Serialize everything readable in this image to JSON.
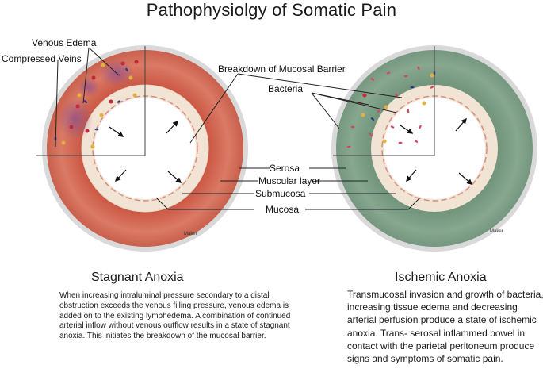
{
  "title": "Pathophysiolgy of Somatic Pain",
  "labels": {
    "venous_edema": "Venous Edema",
    "compressed_veins": "Compressed Veins",
    "breakdown": "Breakdown of Mucosal Barrier",
    "bacteria": "Bacteria",
    "serosa": "Serosa",
    "muscular_layer": "Muscular layer",
    "submucosa": "Submucosa",
    "mucosa": "Mucosa",
    "maker": "Maker"
  },
  "left": {
    "heading": "Stagnant Anoxia",
    "text": "When increasing intraluminal pressure secondary to a distal obstruction exceeds the venous filling pressure, venous edema is added on to the existing lymphedema. A combination of continued arterial inflow without venous outflow results in a state of stagnant anoxia. This initiates the breakdown of the mucosal barrier.",
    "color": "#d4705c"
  },
  "right": {
    "heading": "Ischemic Anoxia",
    "text": "Transmucosal invasion and growth of bacteria,  increasing tissue edema and decreasing arterial perfusion produce a  state of ischemic  anoxia. Trans- serosal inflammed bowel in contact with the parietal peritoneum produce signs and symptoms of somatic pain.",
    "color": "#7f9e87"
  }
}
